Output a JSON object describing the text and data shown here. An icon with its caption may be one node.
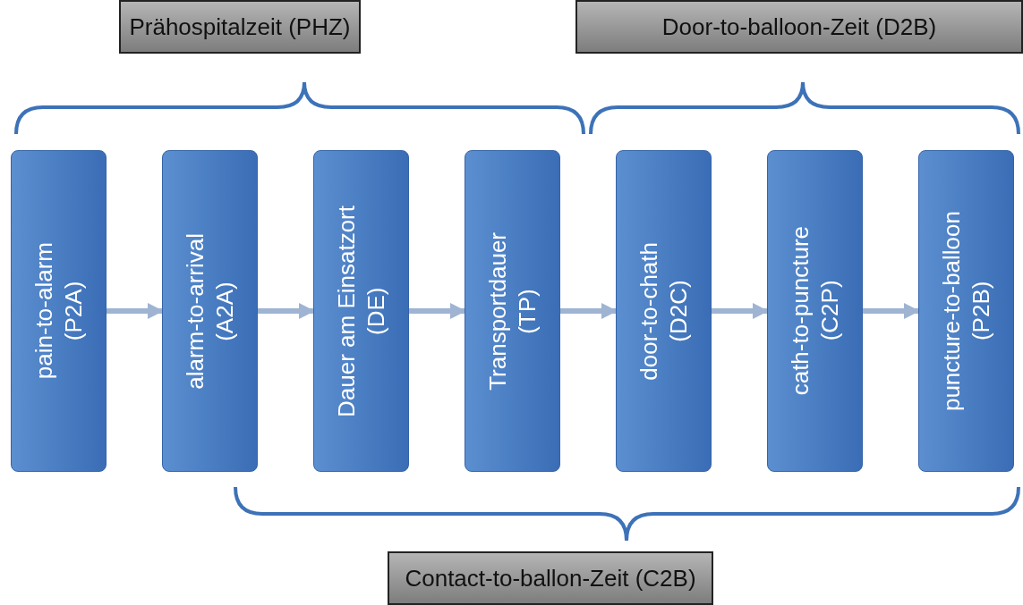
{
  "diagram": {
    "nodes": [
      {
        "text": [
          "Prähospitalzeit (PHZ)"
        ]
      },
      {
        "text": [
          "Door-to-balloon-Zeit (D2B)"
        ]
      },
      {
        "text": [
          "pain-to-alarm (P2A)"
        ]
      },
      {
        "text": [
          "alarm-to-arrival (A2A)"
        ]
      },
      {
        "text": [
          "Dauer am Einsatzort (DE)"
        ]
      },
      {
        "text": [
          "Transportdauer (TP)"
        ]
      },
      {
        "text": [
          "door-to-chath (D2C)"
        ]
      },
      {
        "text": [
          "cath-to-puncture (C2P)"
        ]
      },
      {
        "text": [
          "puncture-to-balloon (P2B)"
        ]
      },
      {
        "text": [
          "Contact-to-ballon-Zeit (C2B)"
        ]
      }
    ],
    "edges": [
      {
        "from": 2,
        "to": 3,
        "arrow": "to"
      },
      {
        "from": 3,
        "to": 4,
        "arrow": "to"
      },
      {
        "from": 4,
        "to": 5,
        "arrow": "to"
      },
      {
        "from": 5,
        "to": 6,
        "arrow": "to"
      },
      {
        "from": 6,
        "to": 7,
        "arrow": "to"
      },
      {
        "from": 7,
        "to": 8,
        "arrow": "to"
      }
    ]
  }
}
